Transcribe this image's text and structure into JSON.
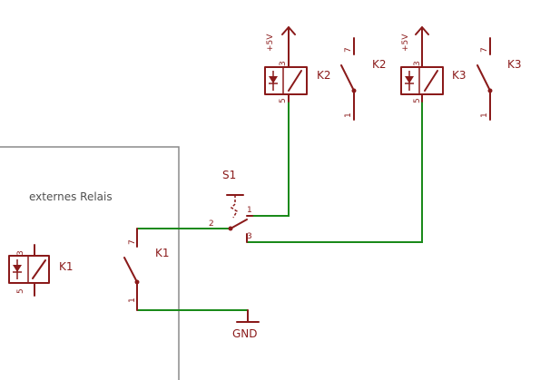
{
  "external_box": {
    "title": "externes Relais"
  },
  "k1": {
    "coil_label": "K1",
    "coil_pin_top": "3",
    "coil_pin_bottom": "5",
    "contact_label": "K1",
    "contact_pin_top": "7",
    "contact_pin_bottom": "1"
  },
  "k2": {
    "supply_label": "+5V",
    "coil_label": "K2",
    "coil_pin_top": "3",
    "coil_pin_bottom": "5",
    "contact_label": "K2",
    "contact_pin_top": "7",
    "contact_pin_bottom": "1"
  },
  "k3": {
    "supply_label": "+5V",
    "coil_label": "K3",
    "coil_pin_top": "3",
    "coil_pin_bottom": "5",
    "contact_label": "K3",
    "contact_pin_top": "7",
    "contact_pin_bottom": "1"
  },
  "s1": {
    "label": "S1",
    "pin_common": "2",
    "pin_a": "1",
    "pin_b": "3"
  },
  "ground": {
    "label": "GND"
  },
  "colors": {
    "symbol": "#8a1a1a",
    "wire": "#1a8a1a",
    "frame": "#888888",
    "frame_text": "#505050"
  }
}
